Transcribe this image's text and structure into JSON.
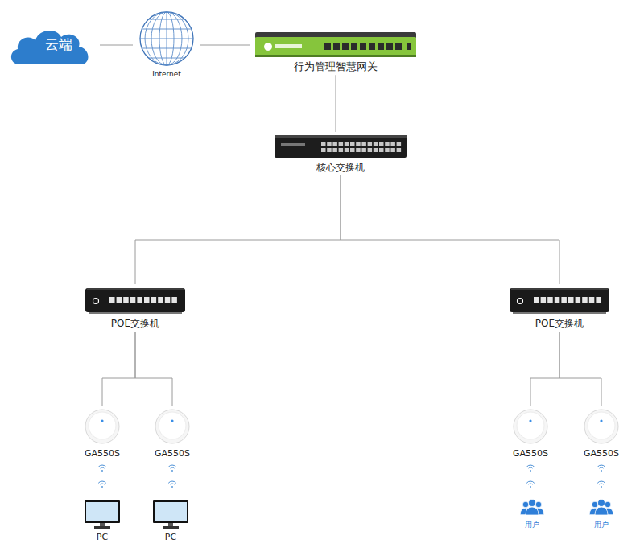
{
  "diagram": {
    "nodes": [
      {
        "text": [
          "云端"
        ]
      },
      {
        "text": [
          "Internet"
        ]
      },
      {
        "text": [
          "行为管理智慧网关"
        ]
      },
      {
        "text": [
          "核心交换机"
        ]
      },
      {
        "text": [
          "POE交换机"
        ]
      },
      {
        "text": [
          "POE交换机"
        ]
      },
      {
        "text": [
          "GA550S"
        ]
      },
      {
        "text": [
          "GA550S"
        ]
      },
      {
        "text": [
          "GA550S"
        ]
      },
      {
        "text": [
          "GA550S"
        ]
      },
      {
        "text": [
          "PC"
        ]
      },
      {
        "text": [
          "PC"
        ]
      },
      {
        "text": [
          "用户"
        ]
      },
      {
        "text": [
          "用户"
        ]
      }
    ],
    "edges": [
      {
        "from": 0,
        "to": 1,
        "arrow": "none"
      },
      {
        "from": 1,
        "to": 2,
        "arrow": "none"
      },
      {
        "from": 2,
        "to": 3,
        "arrow": "none"
      },
      {
        "from": 3,
        "to": 4,
        "arrow": "none"
      },
      {
        "from": 3,
        "to": 5,
        "arrow": "none"
      },
      {
        "from": 4,
        "to": 6,
        "arrow": "none"
      },
      {
        "from": 4,
        "to": 7,
        "arrow": "none"
      },
      {
        "from": 5,
        "to": 8,
        "arrow": "none"
      },
      {
        "from": 5,
        "to": 9,
        "arrow": "none"
      }
    ]
  }
}
